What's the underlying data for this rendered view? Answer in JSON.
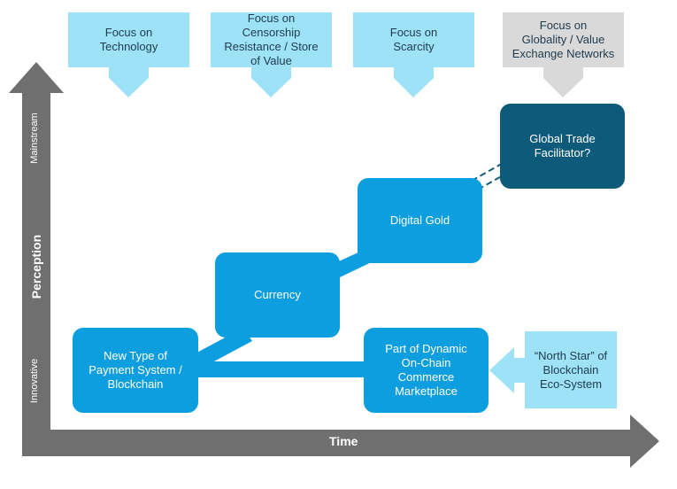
{
  "top_callouts": [
    {
      "label": "Focus on\nTechnology",
      "color": "#9ee2f7"
    },
    {
      "label": "Focus on\nCensorship\nResistance / Store\nof Value",
      "color": "#9ee2f7"
    },
    {
      "label": "Focus on\nScarcity",
      "color": "#9ee2f7"
    },
    {
      "label": "Focus on\nGlobality / Value\nExchange Networks",
      "color": "#d9d9d9"
    }
  ],
  "axis": {
    "y_label": "Perception",
    "y_top": "Mainstream",
    "y_bottom": "Innovative",
    "x_label": "Time",
    "color": "#6f6f6f"
  },
  "nodes": {
    "payment": "New Type of\nPayment System /\nBlockchain",
    "currency": "Currency",
    "gold": "Digital Gold",
    "global": "Global Trade\nFacilitator?",
    "marketplace": "Part of Dynamic\nOn-Chain\nCommerce\nMarketplace"
  },
  "right_callout": "“North Star” of\nBlockchain\nEco-System",
  "colors": {
    "node": "#0d9ee0",
    "node_dark": "#0e5a7a",
    "light": "#9ee2f7"
  }
}
